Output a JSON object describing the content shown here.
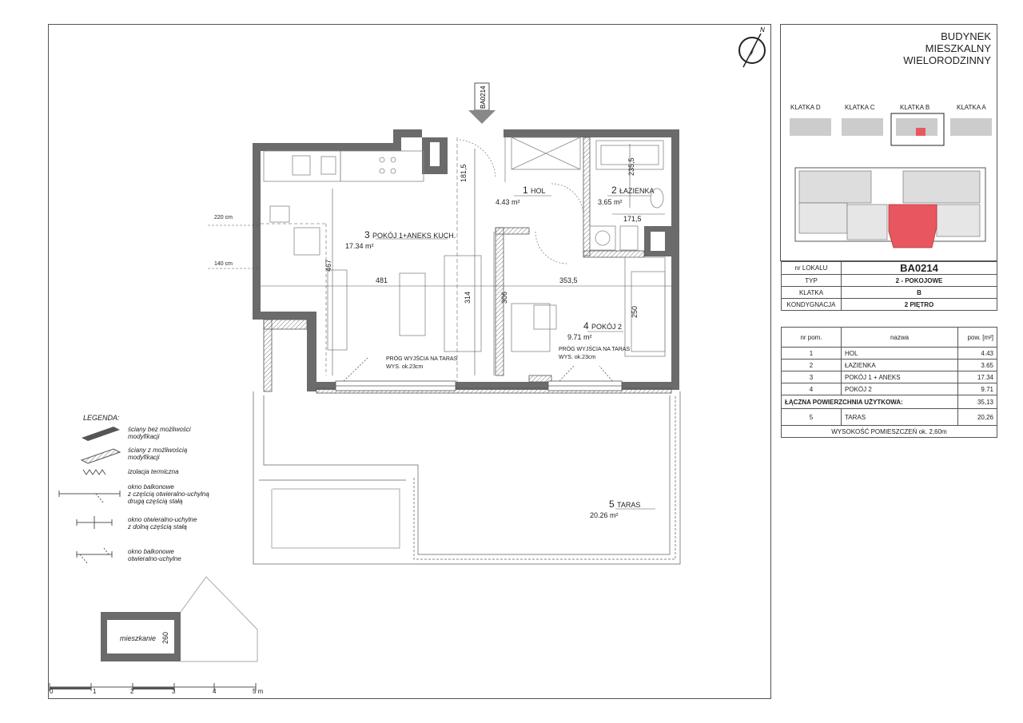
{
  "building": {
    "title_lines": [
      "BUDYNEK",
      "MIESZKALNY",
      "WIELORODZINNY"
    ]
  },
  "stairwells": [
    "KLATKA D",
    "KLATKA C",
    "KLATKA B",
    "KLATKA A"
  ],
  "stairwell_selected": "KLATKA B",
  "unit_code_tag": "BA0214",
  "north_label": "N",
  "locale_table": [
    {
      "label": "nr LOKALU",
      "value": "BA0214"
    },
    {
      "label": "TYP",
      "value": "2 - POKOJOWE"
    },
    {
      "label": "KLATKA",
      "value": "B"
    },
    {
      "label": "KONDYGNACJA",
      "value": "2 PIĘTRO"
    }
  ],
  "rooms_header": {
    "no": "nr pom.",
    "name": "nazwa",
    "area": "pow. [m²]"
  },
  "rooms": [
    {
      "no": "1",
      "name": "HOL",
      "area": "4.43"
    },
    {
      "no": "2",
      "name": "ŁAZIENKA",
      "area": "3.65"
    },
    {
      "no": "3",
      "name": "POKÓJ 1 + ANEKS",
      "area": "17.34"
    },
    {
      "no": "4",
      "name": "POKÓJ 2",
      "area": "9.71"
    }
  ],
  "total": {
    "label": "ŁĄCZNA POWIERZCHNIA UŻYTKOWA:",
    "area": "35,13"
  },
  "terrace_row": {
    "no": "5",
    "name": "TARAS",
    "area": "20,26"
  },
  "height_note": "WYSOKOŚĆ POMIESZCZEŃ ok. 2,60m",
  "plan_labels": {
    "r1_no": "1",
    "r1_name": "HOL",
    "r1_area": "4.43 m²",
    "r2_no": "2",
    "r2_name": "ŁAZIENKA",
    "r2_area": "3.65 m²",
    "r3_no": "3",
    "r3_name": "POKÓJ 1+ANEKS KUCH.",
    "r3_area": "17.34 m²",
    "r4_no": "4",
    "r4_name": "POKÓJ 2",
    "r4_area": "9.71 m²",
    "r5_no": "5",
    "r5_name": "TARAS",
    "r5_area": "20.26 m²",
    "threshold1": "PRÓG WYJŚCIA NA TARAS",
    "threshold1_h": "WYS. ok.23cm",
    "threshold2": "PRÓG WYJŚCIA NA TARAS",
    "threshold2_h": "WYS. ok.23cm"
  },
  "dimensions": {
    "d181": "181,5",
    "d235": "235,5",
    "d171": "171,5",
    "d467": "467",
    "d481": "481",
    "d353": "353,5",
    "d314": "314",
    "d306": "306",
    "d250": "250",
    "h220": "220 cm",
    "h140": "140 cm"
  },
  "legend": {
    "title": "LEGENDA:",
    "items": [
      [
        "ściany bez możliwości",
        "modyfikacji"
      ],
      [
        "ściany z możliwością",
        "modyfikacji"
      ],
      [
        "izolacja termiczna"
      ],
      [
        "okno balkonowe",
        "z częścią otwieralno-uchylną",
        "drugą częścią stałą"
      ],
      [
        "okno otwieralno-uchylne",
        "z dolną częścią stałą"
      ],
      [
        "okno balkonowe",
        "otwieralno-uchylne"
      ]
    ]
  },
  "section": {
    "label": "mieszkanie",
    "dim": "260"
  },
  "scale": [
    "0",
    "1",
    "2",
    "3",
    "4",
    "5 m"
  ],
  "colors": {
    "highlight": "#e8575f",
    "wall": "#6b6b6b",
    "line": "#555555"
  }
}
